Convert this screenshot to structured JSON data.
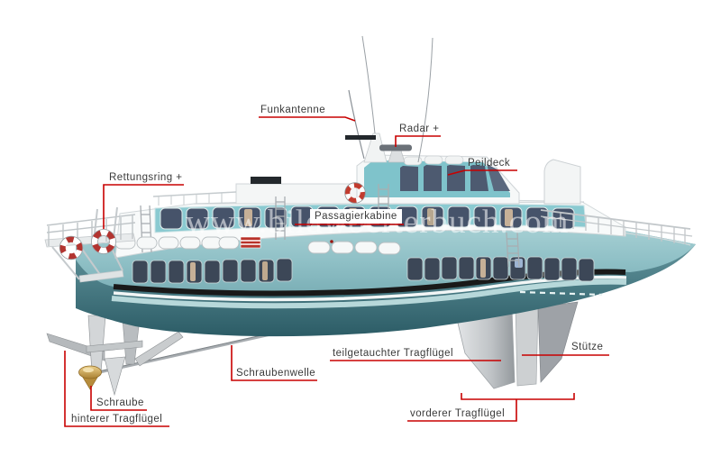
{
  "watermark": "www.bildwoerterbuch.com",
  "labels": {
    "funkantenne": "Funkantenne",
    "radar": "Radar +",
    "peildeck": "Peildeck",
    "rettungsring": "Rettungsring +",
    "passagierkabine": "Passagierkabine",
    "schraubenwelle": "Schraubenwelle",
    "teilgetauchter_tragfluegel": "teilgetauchter Tragflügel",
    "stuetze": "Stütze",
    "schraube": "Schraube",
    "hinterer_tragfluegel": "hinterer Tragflügel",
    "vorderer_tragfluegel": "vorderer Tragflügel"
  },
  "colors": {
    "leader": "#c80000",
    "label_text": "#3a3a3a",
    "hull_teal": "#8fc0c6",
    "hull_dark": "#2e5f68",
    "stripe_black": "#191919",
    "foil_gray": "#aeb1b5",
    "propeller_gold": "#c9a14e",
    "watermark_white": "#ffffff"
  }
}
